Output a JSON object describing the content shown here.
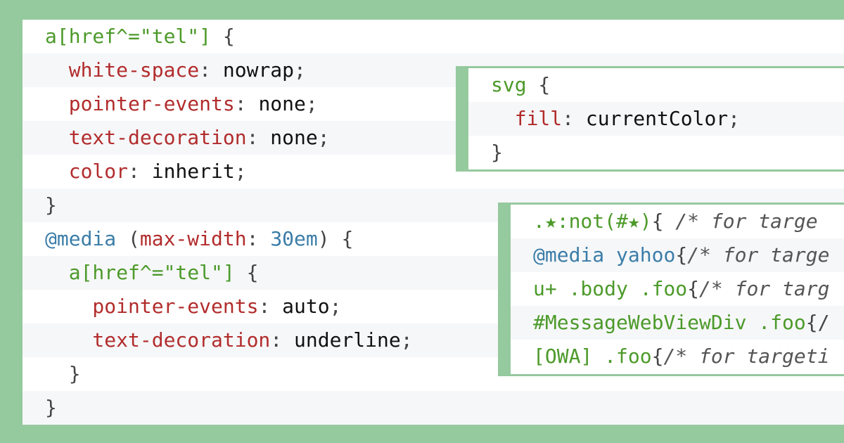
{
  "main_code": [
    [
      {
        "t": "a[href^=\"tel\"]",
        "c": "sel"
      },
      {
        "t": " {",
        "c": "punc"
      }
    ],
    [
      {
        "t": "  white-space",
        "c": "prop"
      },
      {
        "t": ": ",
        "c": "punc"
      },
      {
        "t": "nowrap",
        "c": "val"
      },
      {
        "t": ";",
        "c": "punc"
      }
    ],
    [
      {
        "t": "  pointer-events",
        "c": "prop"
      },
      {
        "t": ": ",
        "c": "punc"
      },
      {
        "t": "none",
        "c": "val"
      },
      {
        "t": ";",
        "c": "punc"
      }
    ],
    [
      {
        "t": "  text-decoration",
        "c": "prop"
      },
      {
        "t": ": ",
        "c": "punc"
      },
      {
        "t": "none",
        "c": "val"
      },
      {
        "t": ";",
        "c": "punc"
      }
    ],
    [
      {
        "t": "  color",
        "c": "prop"
      },
      {
        "t": ": ",
        "c": "punc"
      },
      {
        "t": "inherit",
        "c": "val"
      },
      {
        "t": ";",
        "c": "punc"
      }
    ],
    [
      {
        "t": "}",
        "c": "punc"
      }
    ],
    [
      {
        "t": "@media",
        "c": "at"
      },
      {
        "t": " (",
        "c": "punc"
      },
      {
        "t": "max-width",
        "c": "prop"
      },
      {
        "t": ": ",
        "c": "punc"
      },
      {
        "t": "30em",
        "c": "num"
      },
      {
        "t": ") {",
        "c": "punc"
      }
    ],
    [
      {
        "t": "  a[href^=\"tel\"]",
        "c": "sel"
      },
      {
        "t": " {",
        "c": "punc"
      }
    ],
    [
      {
        "t": "    pointer-events",
        "c": "prop"
      },
      {
        "t": ": ",
        "c": "punc"
      },
      {
        "t": "auto",
        "c": "val"
      },
      {
        "t": ";",
        "c": "punc"
      }
    ],
    [
      {
        "t": "    text-decoration",
        "c": "prop"
      },
      {
        "t": ": ",
        "c": "punc"
      },
      {
        "t": "underline",
        "c": "val"
      },
      {
        "t": ";",
        "c": "punc"
      }
    ],
    [
      {
        "t": "  }",
        "c": "punc"
      }
    ],
    [
      {
        "t": "}",
        "c": "punc"
      }
    ]
  ],
  "svg_code": [
    [
      {
        "t": "svg",
        "c": "sel"
      },
      {
        "t": " {",
        "c": "punc"
      }
    ],
    [
      {
        "t": "  fill",
        "c": "prop"
      },
      {
        "t": ": ",
        "c": "punc"
      },
      {
        "t": "currentColor",
        "c": "val"
      },
      {
        "t": ";",
        "c": "punc"
      }
    ],
    [
      {
        "t": "}",
        "c": "punc"
      }
    ]
  ],
  "hack_code": [
    [
      {
        "t": ".★:not(#★)",
        "c": "sel"
      },
      {
        "t": "{ ",
        "c": "punc"
      },
      {
        "t": "/* for targe",
        "c": "cmt"
      }
    ],
    [
      {
        "t": "@media",
        "c": "at"
      },
      {
        "t": " yahoo",
        "c": "at"
      },
      {
        "t": "{",
        "c": "punc"
      },
      {
        "t": "/* for targe",
        "c": "cmt"
      }
    ],
    [
      {
        "t": "u+ .body .foo",
        "c": "sel"
      },
      {
        "t": "{",
        "c": "punc"
      },
      {
        "t": "/* for targ",
        "c": "cmt"
      }
    ],
    [
      {
        "t": "#MessageWebViewDiv .foo",
        "c": "sel"
      },
      {
        "t": "{/",
        "c": "punc"
      }
    ],
    [
      {
        "t": "[OWA] .foo",
        "c": "sel"
      },
      {
        "t": "{",
        "c": "punc"
      },
      {
        "t": "/* for targeti",
        "c": "cmt"
      }
    ]
  ],
  "colors": {
    "background": "#95c99e",
    "selector": "#4c9a2a",
    "property": "#b22c2c",
    "at_rule": "#3b7da8"
  }
}
